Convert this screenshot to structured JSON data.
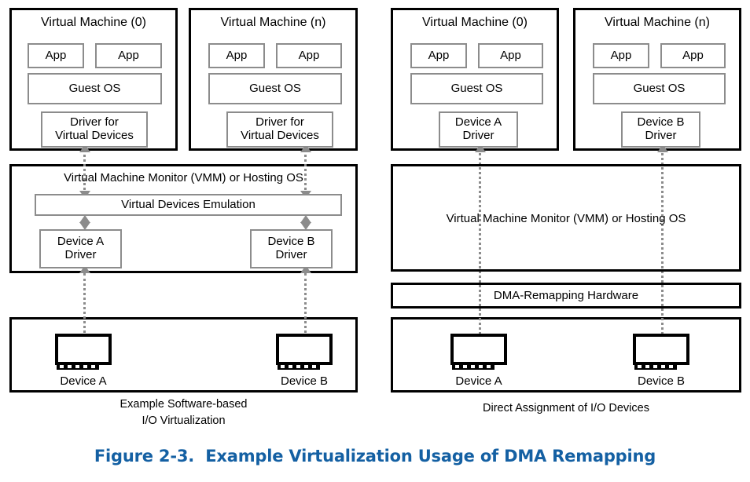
{
  "figure": {
    "caption": "Figure 2-3.  Example Virtualization Usage of DMA Remapping",
    "caption_color": "#1460A3"
  },
  "panels": [
    {
      "id": "software-based",
      "title": "Example Software-based\nI/O Virtualization",
      "caption_line1": "Example Software-based",
      "caption_line2": "I/O Virtualization",
      "vms": [
        {
          "title": "Virtual Machine (0)",
          "apps": [
            "App",
            "App"
          ],
          "guest_os": "Guest OS",
          "driver_line1": "Driver for",
          "driver_line2": "Virtual Devices"
        },
        {
          "title": "Virtual Machine (n)",
          "apps": [
            "App",
            "App"
          ],
          "guest_os": "Guest OS",
          "driver_line1": "Driver for",
          "driver_line2": "Virtual Devices"
        }
      ],
      "vmm": {
        "title": "Virtual Machine Monitor (VMM) or Hosting OS",
        "emulation": "Virtual Devices Emulation",
        "drivers": [
          {
            "line1": "Device A",
            "line2": "Driver"
          },
          {
            "line1": "Device B",
            "line2": "Driver"
          }
        ]
      },
      "devices": [
        {
          "name": "Device A"
        },
        {
          "name": "Device B"
        }
      ]
    },
    {
      "id": "direct-assignment",
      "title": "Direct Assignment of I/O Devices",
      "caption_line1": "Direct Assignment of I/O Devices",
      "caption_line2": "",
      "vms": [
        {
          "title": "Virtual Machine (0)",
          "apps": [
            "App",
            "App"
          ],
          "guest_os": "Guest OS",
          "driver_line1": "Device A",
          "driver_line2": "Driver"
        },
        {
          "title": "Virtual Machine (n)",
          "apps": [
            "App",
            "App"
          ],
          "guest_os": "Guest OS",
          "driver_line1": "Device B",
          "driver_line2": "Driver"
        }
      ],
      "vmm": {
        "title": "Virtual Machine Monitor (VMM) or Hosting OS"
      },
      "dma_hardware": "DMA-Remapping Hardware",
      "devices": [
        {
          "name": "Device A"
        },
        {
          "name": "Device B"
        }
      ]
    }
  ],
  "colors": {
    "hard_border": "#000000",
    "soft_border": "#8c8c8c",
    "connector": "#8c8c8c",
    "caption_blue": "#1460A3"
  }
}
